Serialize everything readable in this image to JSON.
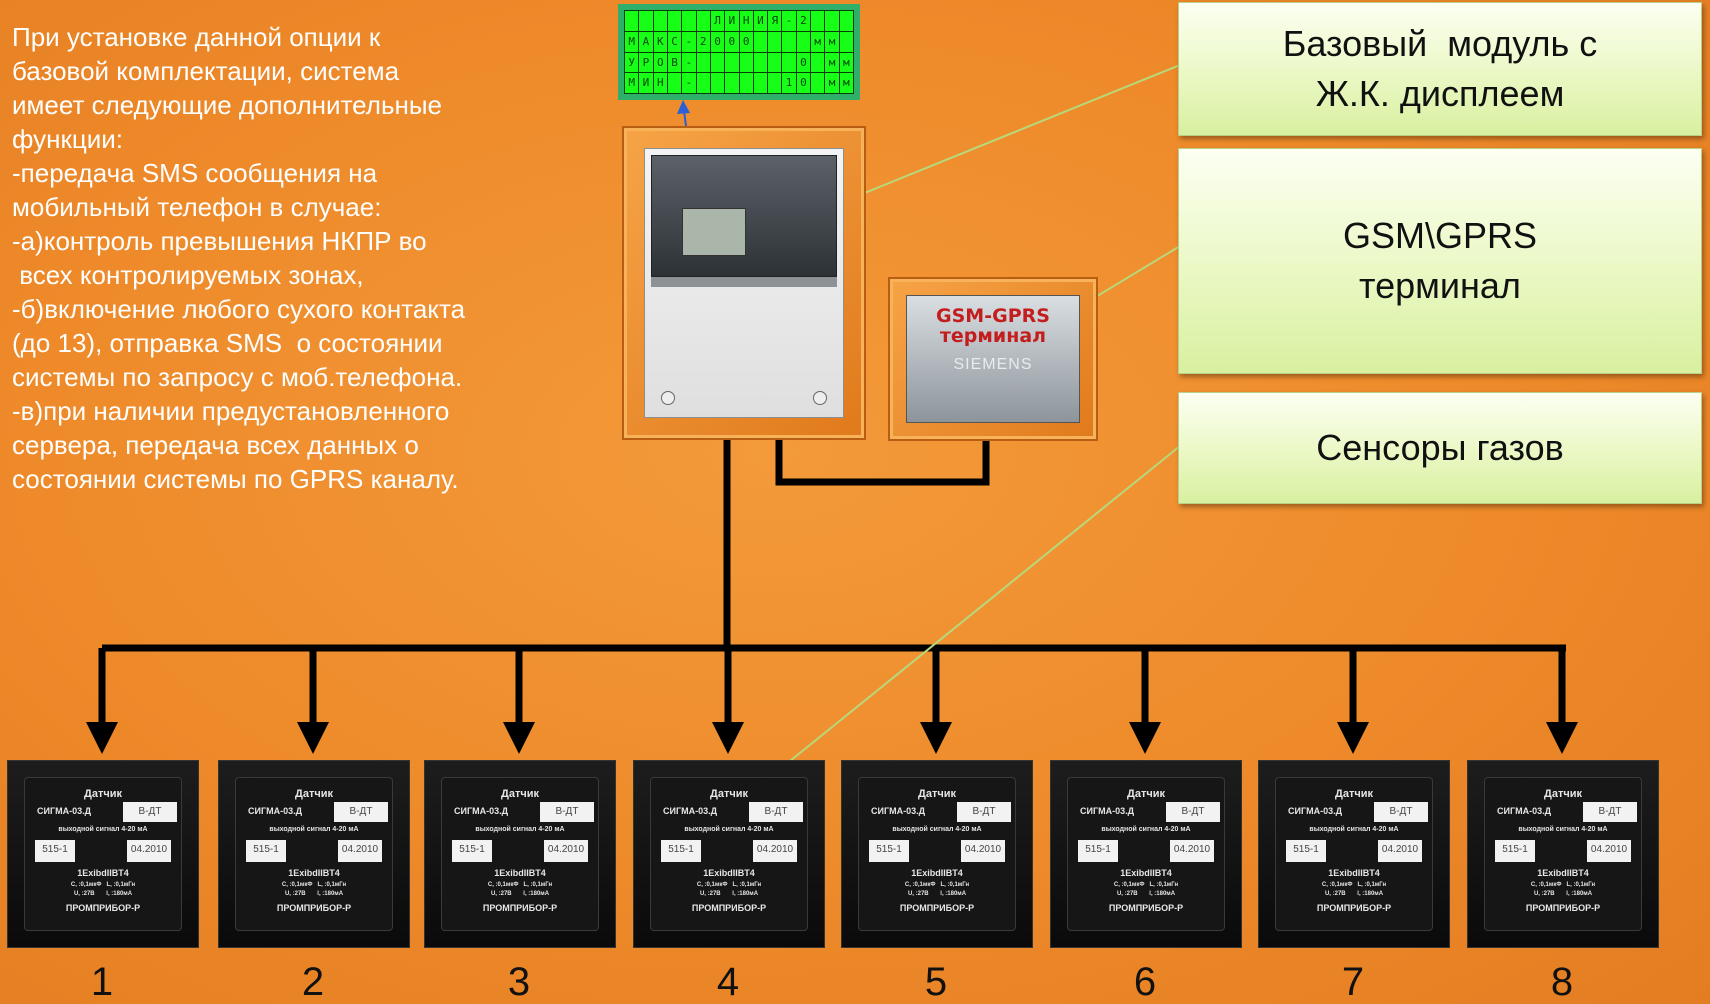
{
  "description": {
    "lines": [
      "При установке данной опции к",
      "базовой комплектации, система",
      "имеет следующие дополнительные",
      "функции:",
      "-передача SMS сообщения на",
      "мобильный телефон в случае:",
      "-а)контроль превышения НКПР во",
      " всех контролируемых зонах,",
      "-б)включение любого сухого контакта",
      "(до 13), отправка SMS  о состоянии",
      "системы по запросу с моб.телефона.",
      "-в)при наличии предустановленного",
      "сервера, передача всех данных о",
      "состоянии системы по GPRS каналу."
    ]
  },
  "lcd": {
    "rows": [
      "      ЛИНИЯ-2   ",
      "МАКС-2000    мм",
      "УРОВ-       0 мм",
      "МИН -      10 мм"
    ]
  },
  "callouts": {
    "base_module": [
      "Базовый  модуль с",
      "Ж.К. дисплеем"
    ],
    "gsm_terminal": [
      "GSM\\GPRS",
      "терминал"
    ],
    "sensors": [
      "Сенсоры газов"
    ]
  },
  "terminal": {
    "label_line1": "GSM-GPRS",
    "label_line2": "терминал",
    "brand": "SIEMENS"
  },
  "sensor_plate": {
    "title": "Датчик",
    "model": "СИГМА-03.Д",
    "handwritten_model": "В-ДТ",
    "signal": "выходной сигнал 4-20 мА",
    "serial": "515-1",
    "date": "04.2010",
    "ex_marking": "1ExibdIIBT4",
    "params_line1": "C, :0,1мкФ   L, :0,1мГн",
    "params_line2": "U, :27В       I, :180мА",
    "maker": "ПРОМПРИБОР-Р"
  },
  "sensors": [
    {
      "number": "1"
    },
    {
      "number": "2"
    },
    {
      "number": "3"
    },
    {
      "number": "4"
    },
    {
      "number": "5"
    },
    {
      "number": "6"
    },
    {
      "number": "7"
    },
    {
      "number": "8"
    }
  ],
  "colors": {
    "background": "#ee8a2a",
    "wire": "#000000",
    "leader": "#b7d97a",
    "lcd": "#17ff17",
    "callout": "#e6f7b8"
  }
}
